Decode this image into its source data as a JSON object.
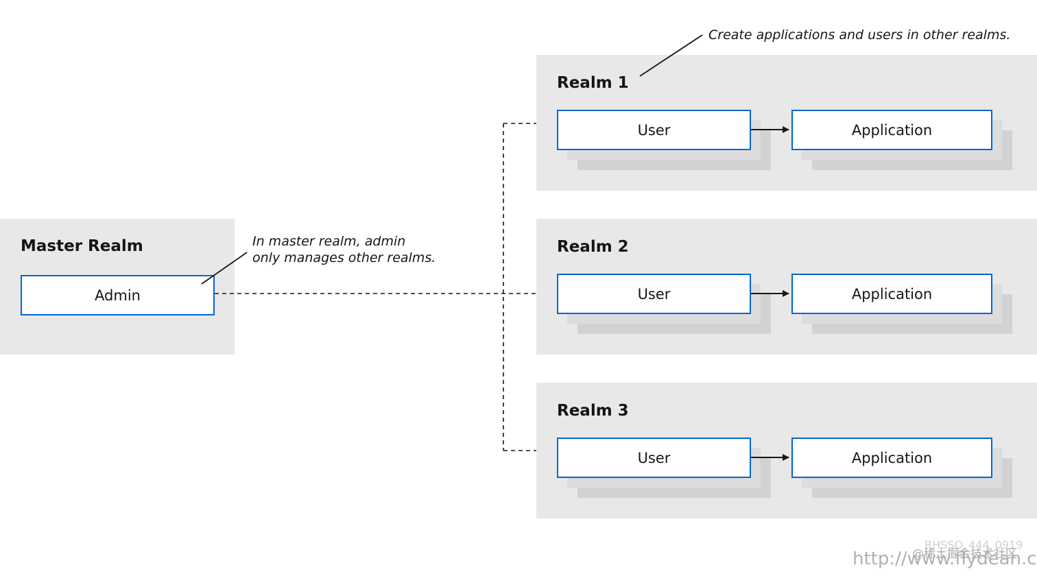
{
  "master_realm": {
    "title": "Master Realm",
    "admin_label": "Admin"
  },
  "master_note": {
    "line1": "In master realm, admin",
    "line2": "only manages other realms."
  },
  "realms_note": "Create applications and users in other realms.",
  "realms": [
    {
      "title": "Realm 1",
      "user_label": "User",
      "app_label": "Application"
    },
    {
      "title": "Realm 2",
      "user_label": "User",
      "app_label": "Application"
    },
    {
      "title": "Realm 3",
      "user_label": "User",
      "app_label": "Application"
    }
  ],
  "watermark": {
    "line1": "RHSSO_444_0919",
    "line2": "@稀土掘金技术社区",
    "line3": "http://www.flydean.com"
  },
  "colors": {
    "panel": "#e8e8e8",
    "box_border": "#0066cc",
    "text": "#151515"
  }
}
